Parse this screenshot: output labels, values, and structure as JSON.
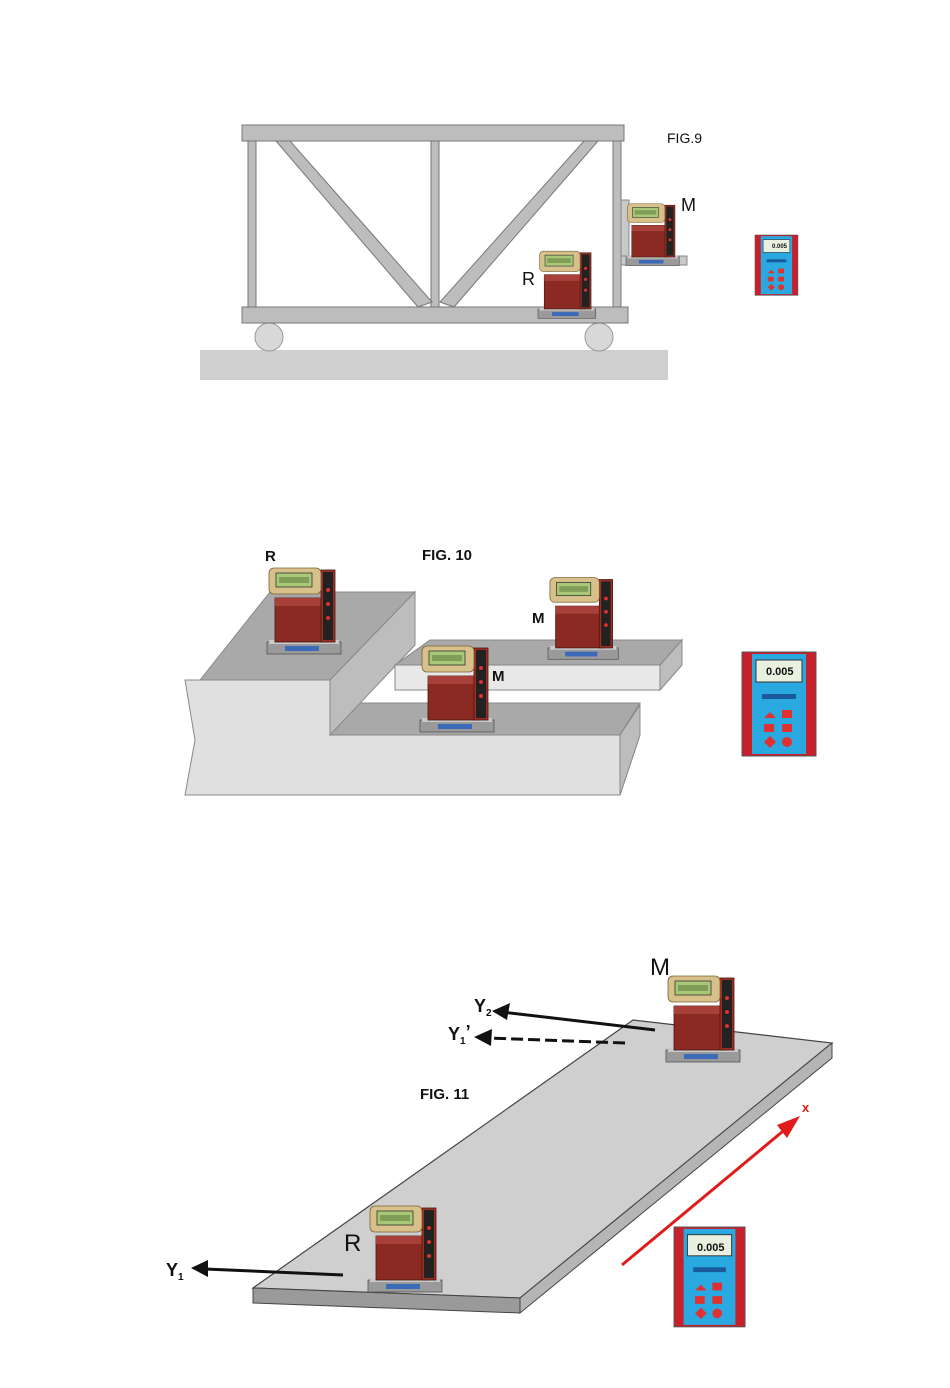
{
  "fig9": {
    "caption": "FIG.9",
    "label_m": "M",
    "label_r": "R",
    "controller_display": "0.005"
  },
  "fig10": {
    "caption": "FIG. 10",
    "label_r": "R",
    "label_m_top": "M",
    "label_m_bottom": "M",
    "controller_display": "0.005"
  },
  "fig11": {
    "caption": "FIG. 11",
    "label_m": "M",
    "label_r": "R",
    "label_y2": "Y",
    "label_y2_sub": "2",
    "label_y1p": "Y",
    "label_y1p_sub": "1",
    "label_y1p_prime": "’",
    "label_y1": "Y",
    "label_y1_sub": "1",
    "label_x": "x",
    "controller_display": "0.005"
  },
  "colors": {
    "steel": "#b8b8b8",
    "steel_dark": "#8a8a8a",
    "floor": "#cfcfcf",
    "block_top": "#a9a9a9",
    "block_front": "#e0e0e0",
    "block_side": "#bdbdbd",
    "level_red": "#8b2a22",
    "display_tan": "#d8c08a",
    "lcd_green": "#a8c878",
    "controller_red": "#c8202a",
    "controller_blue": "#2aa8e0",
    "arrow_red": "#e01b1b"
  },
  "icons": {
    "level_device": "electronic-level-icon",
    "controller": "handheld-controller-icon"
  }
}
